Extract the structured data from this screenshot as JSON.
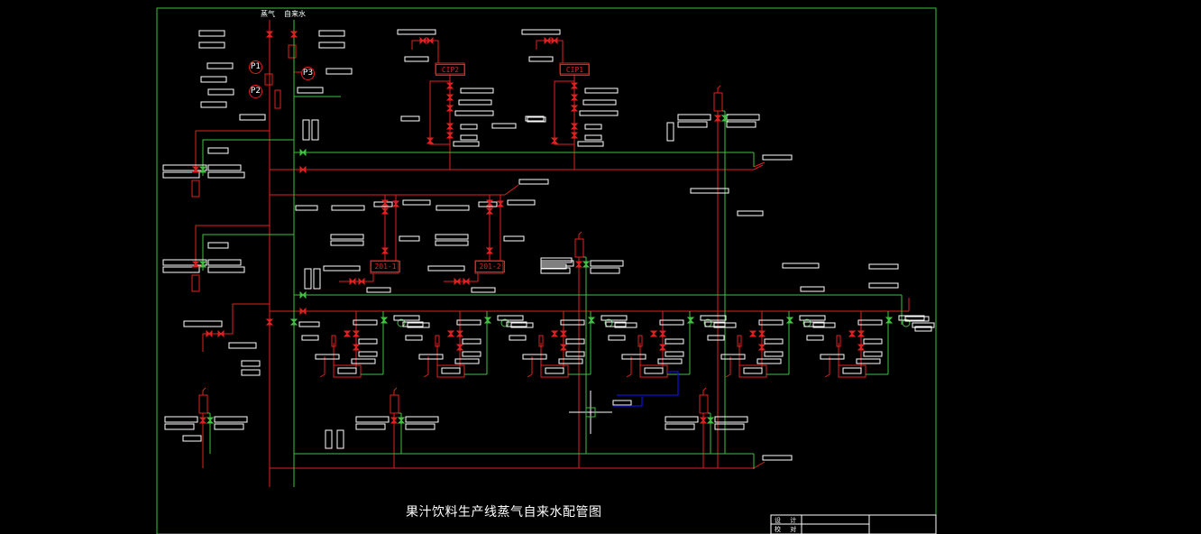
{
  "drawing": {
    "title": "果汁饮料生产线蒸气自来水配管图",
    "inlet_labels": {
      "steam": "蒸气",
      "water": "自来水"
    },
    "gauges": [
      "P1",
      "P2",
      "P3"
    ],
    "equipment_tags": [
      "CIP2",
      "CIP1",
      "201-1",
      "201-2"
    ],
    "title_block": {
      "design": "设 计",
      "check": "校 对"
    },
    "line_colors": {
      "steam": "#e02020",
      "water": "#40c040",
      "other": "#1010d0",
      "frame": "#40c040",
      "text_box": "#ffffff"
    },
    "background": "#000000"
  }
}
